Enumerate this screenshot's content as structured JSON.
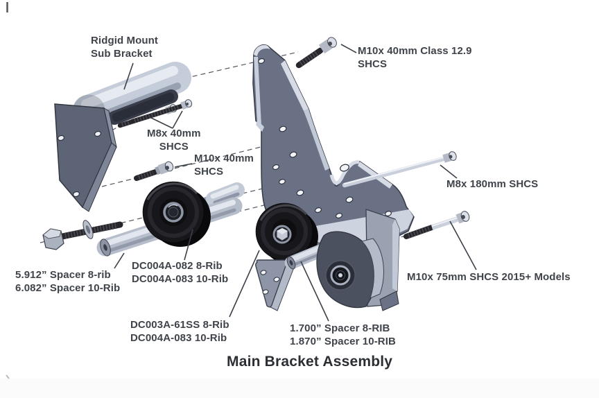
{
  "title": "Main Bracket Assembly",
  "labels": {
    "ridgid_mount": "Ridgid Mount\nSub Bracket",
    "m10_40_class": "M10x 40mm Class 12.9\nSHCS",
    "m8_40": "M8x 40mm\nSHCS",
    "m10_40": "M10x 40mm\nSHCS",
    "m8_180": "M8x 180mm SHCS",
    "m10_75": "M10x 75mm SHCS 2015+ Models",
    "spacer_long": "5.912” Spacer 8-rib\n6.082” Spacer 10-Rib",
    "dc004_pulley": "DC004A-082 8-Rib\nDC004A-083 10-Rib",
    "dc003_pulley": "DC003A-61SS 8-Rib\nDC004A-083 10-Rib",
    "spacer_short": "1.700” Spacer 8-RIB\n1.870” Spacer 10-RIB"
  },
  "colors": {
    "metal_light": "#d9dee8",
    "metal_mid": "#9aa3b5",
    "bracket_face": "#6a7184",
    "plate_dark": "#5d6476",
    "rubber_black": "#17171b",
    "bolt_black": "#26262b",
    "text": "#3f434a",
    "leader_line": "#3c4048"
  }
}
